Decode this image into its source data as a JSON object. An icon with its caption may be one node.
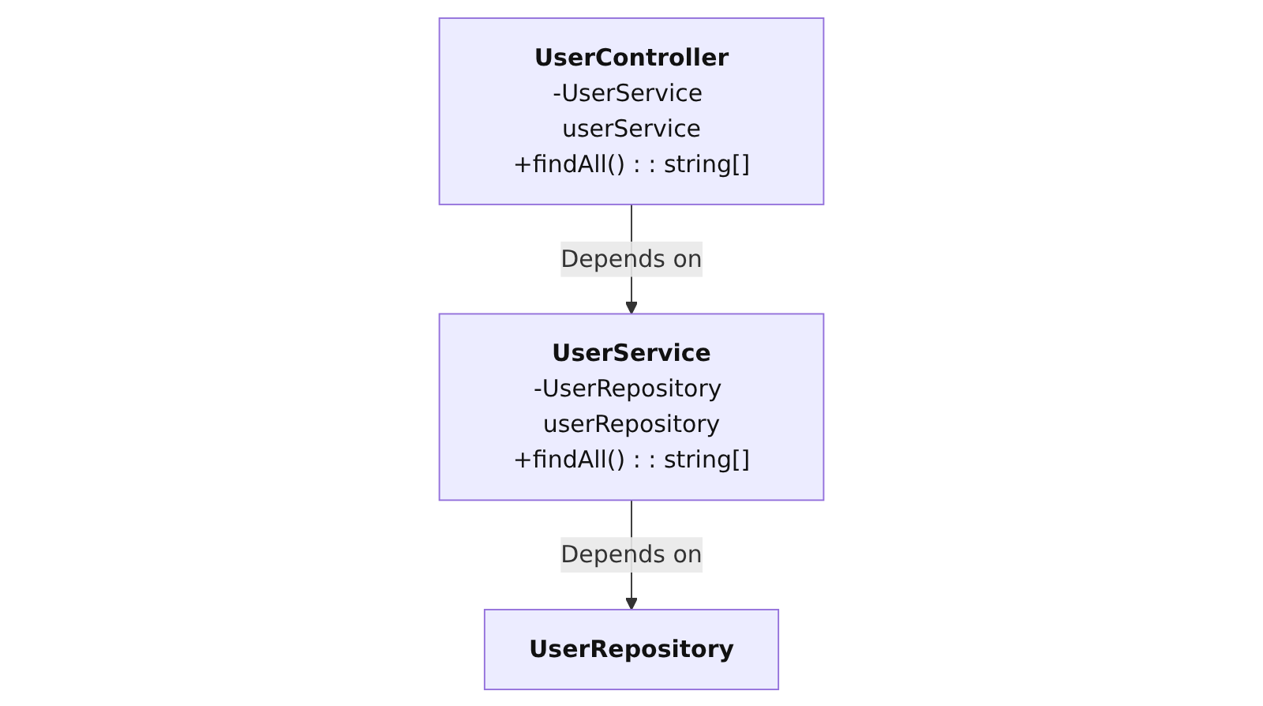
{
  "diagram": {
    "nodes": [
      {
        "text": [
          "UserController",
          "-UserService userService",
          "+findAll() : : string[]"
        ]
      },
      {
        "text": [
          "UserService",
          "-UserRepository userRepository",
          "+findAll() : : string[]"
        ]
      },
      {
        "text": [
          "UserRepository"
        ]
      }
    ],
    "edges": [
      {
        "from": 0,
        "to": 1,
        "arrow": "to",
        "label": "Depends on"
      },
      {
        "from": 1,
        "to": 2,
        "arrow": "to",
        "label": "Depends on"
      }
    ]
  }
}
